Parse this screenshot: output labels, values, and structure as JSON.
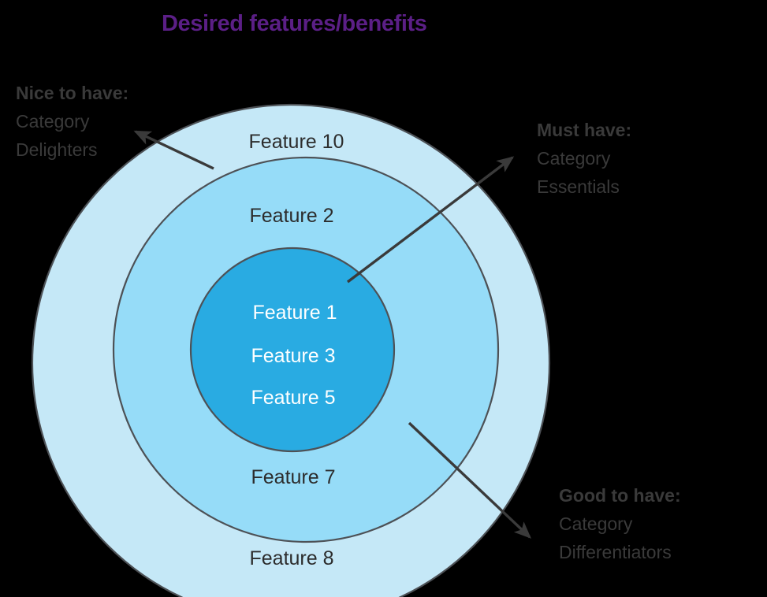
{
  "title": "Desired features/benefits",
  "colors": {
    "title": "#5B1F86",
    "outer_ring": "#C5E8F7",
    "middle_ring": "#96DCF8",
    "core": "#29ABE2",
    "stroke": "#4D5156",
    "background": "#000000",
    "label_dark": "#2C2C2C",
    "label_light": "#FFFFFF",
    "annotation": "#3A3A3A",
    "arrow": "#3A3A3A"
  },
  "rings": {
    "outer": {
      "name": "Nice to have",
      "fill": "#C5E8F7",
      "features": [
        "Feature 10",
        "Feature 8"
      ]
    },
    "middle": {
      "name": "Good to have",
      "fill": "#96DCF8",
      "features": [
        "Feature 2",
        "Feature 7"
      ]
    },
    "core": {
      "name": "Must have",
      "fill": "#29ABE2",
      "features": [
        "Feature 1",
        "Feature 3",
        "Feature 5"
      ]
    }
  },
  "feature_labels": [
    {
      "text": "Feature 10",
      "ring": "outer"
    },
    {
      "text": "Feature 2",
      "ring": "middle"
    },
    {
      "text": "Feature 1",
      "ring": "core"
    },
    {
      "text": "Feature 3",
      "ring": "core"
    },
    {
      "text": "Feature 5",
      "ring": "core"
    },
    {
      "text": "Feature 7",
      "ring": "middle"
    },
    {
      "text": "Feature 8",
      "ring": "outer"
    }
  ],
  "annotations": {
    "nice_to_have": {
      "heading": "Nice to have:",
      "line1": "Category",
      "line2": "Delighters"
    },
    "must_have": {
      "heading": "Must have:",
      "line1": "Category",
      "line2": "Essentials"
    },
    "good_to_have": {
      "heading": "Good to have:",
      "line1": "Category",
      "line2": "Differentiators"
    }
  },
  "chart_data": {
    "type": "diagram",
    "subtype": "concentric-circles",
    "title": "Desired features/benefits",
    "levels": [
      {
        "label": "Must have: Category Essentials",
        "ring": "core",
        "items": [
          "Feature 1",
          "Feature 3",
          "Feature 5"
        ],
        "fill": "#29ABE2",
        "center": [
          371,
          444
        ],
        "radius": 129
      },
      {
        "label": "Good to have: Category Differentiators",
        "ring": "middle",
        "items": [
          "Feature 2",
          "Feature 7"
        ],
        "fill": "#96DCF8",
        "center": [
          388,
          444
        ],
        "radius": 244
      },
      {
        "label": "Nice to have: Category Delighters",
        "ring": "outer",
        "items": [
          "Feature 10",
          "Feature 8"
        ],
        "fill": "#C5E8F7",
        "center": [
          369,
          461
        ],
        "radius": 328
      }
    ]
  }
}
